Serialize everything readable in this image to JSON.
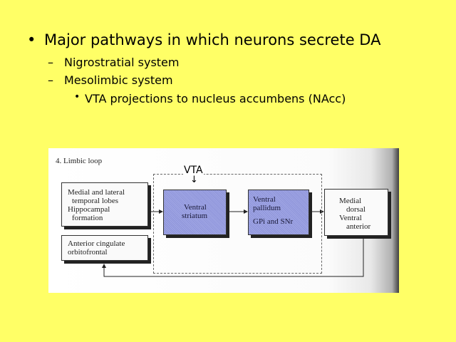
{
  "slide": {
    "bullets": [
      {
        "level": 1,
        "marker": "•",
        "text": "Major pathways in which neurons secrete DA"
      },
      {
        "level": 2,
        "marker": "–",
        "text": "Nigrostratial system"
      },
      {
        "level": 2,
        "marker": "–",
        "text": "Mesolimbic system"
      },
      {
        "level": 3,
        "marker": "•",
        "text": "VTA projections to nucleus accumbens (NAcc)"
      }
    ],
    "background_color": "#ffff66"
  },
  "figure": {
    "title": "4.  Limbic loop",
    "annotation": {
      "label": "VTA",
      "arrow": "↓"
    },
    "boxes": {
      "medial_lateral": [
        "Medial and lateral",
        "temporal lobes",
        "Hippocampal",
        "formation"
      ],
      "anterior_cingulate": [
        "Anterior cingulate",
        "orbitofrontal"
      ],
      "ventral_striatum": [
        "Ventral",
        "striatum"
      ],
      "ventral_pallidum": [
        "Ventral",
        "pallidum",
        "GPi and SNr"
      ],
      "thalamus": [
        "Medial",
        "dorsal",
        "Ventral",
        "anterior"
      ]
    },
    "colors": {
      "highlight_box": "#9aa0e0",
      "box_border": "#333333"
    }
  }
}
